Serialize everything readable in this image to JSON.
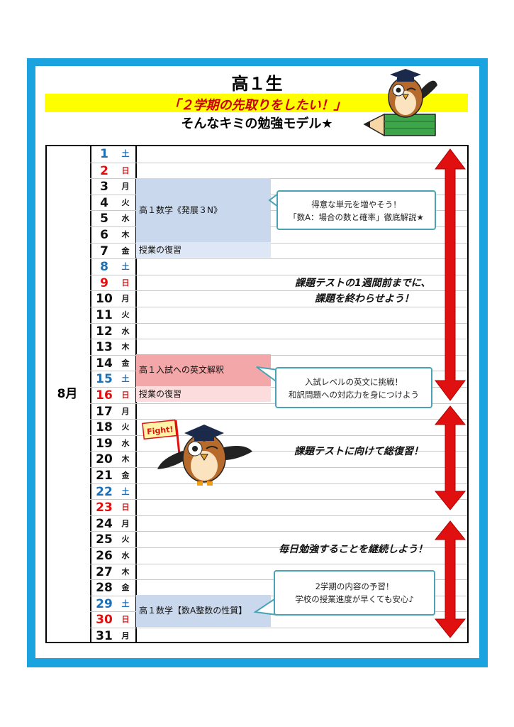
{
  "header": {
    "title": "高１生",
    "subtitle": "「２学期の先取りをしたい！」",
    "tagline": "そんなキミの勉強モデル★"
  },
  "month": "8月",
  "days": [
    {
      "day": "1",
      "dow": "土",
      "color": "blue"
    },
    {
      "day": "2",
      "dow": "日",
      "color": "red"
    },
    {
      "day": "3",
      "dow": "月",
      "color": "black"
    },
    {
      "day": "4",
      "dow": "火",
      "color": "black"
    },
    {
      "day": "5",
      "dow": "水",
      "color": "black"
    },
    {
      "day": "6",
      "dow": "木",
      "color": "black"
    },
    {
      "day": "7",
      "dow": "金",
      "color": "black"
    },
    {
      "day": "8",
      "dow": "土",
      "color": "blue"
    },
    {
      "day": "9",
      "dow": "日",
      "color": "red"
    },
    {
      "day": "10",
      "dow": "月",
      "color": "black"
    },
    {
      "day": "11",
      "dow": "火",
      "color": "black"
    },
    {
      "day": "12",
      "dow": "水",
      "color": "black"
    },
    {
      "day": "13",
      "dow": "木",
      "color": "black"
    },
    {
      "day": "14",
      "dow": "金",
      "color": "black"
    },
    {
      "day": "15",
      "dow": "土",
      "color": "blue"
    },
    {
      "day": "16",
      "dow": "日",
      "color": "red"
    },
    {
      "day": "17",
      "dow": "月",
      "color": "black"
    },
    {
      "day": "18",
      "dow": "火",
      "color": "black"
    },
    {
      "day": "19",
      "dow": "水",
      "color": "black"
    },
    {
      "day": "20",
      "dow": "木",
      "color": "black"
    },
    {
      "day": "21",
      "dow": "金",
      "color": "black"
    },
    {
      "day": "22",
      "dow": "土",
      "color": "blue"
    },
    {
      "day": "23",
      "dow": "日",
      "color": "red"
    },
    {
      "day": "24",
      "dow": "月",
      "color": "black"
    },
    {
      "day": "25",
      "dow": "火",
      "color": "black"
    },
    {
      "day": "26",
      "dow": "水",
      "color": "black"
    },
    {
      "day": "27",
      "dow": "木",
      "color": "black"
    },
    {
      "day": "28",
      "dow": "金",
      "color": "black"
    },
    {
      "day": "29",
      "dow": "土",
      "color": "blue"
    },
    {
      "day": "30",
      "dow": "日",
      "color": "red"
    },
    {
      "day": "31",
      "dow": "月",
      "color": "black"
    }
  ],
  "schedule": {
    "math_course": "高１数学《発展３N》",
    "review_1": "授業の復習",
    "english_course": "高１入試への英文解釈",
    "review_2": "授業の復習",
    "math_course_2": "高１数学【数A整数の性質】"
  },
  "callouts": {
    "c1_line1": "得意な単元を増やそう！",
    "c1_line2": "「数A：場合の数と確率」徹底解説★",
    "c2_line1": "入試レベルの英文に挑戦！",
    "c2_line2": "和訳問題への対応力を身につけよう",
    "c3_line1": "2学期の内容の予習！",
    "c3_line2": "学校の授業進度が早くても安心♪"
  },
  "messages": {
    "m1_line1": "課題テストの1週間前までに、",
    "m1_line2": "課題を終わらせよう！",
    "m2": "課題テストに向けて総復習！",
    "m3": "毎日勉強することを継続しよう！"
  },
  "flag_text": "Fight!",
  "colors": {
    "frame": "#1ba3e0",
    "highlight": "#ffff00",
    "arrow": "#e01010",
    "sunday": "#e01010",
    "saturday": "#1e6fb5"
  }
}
